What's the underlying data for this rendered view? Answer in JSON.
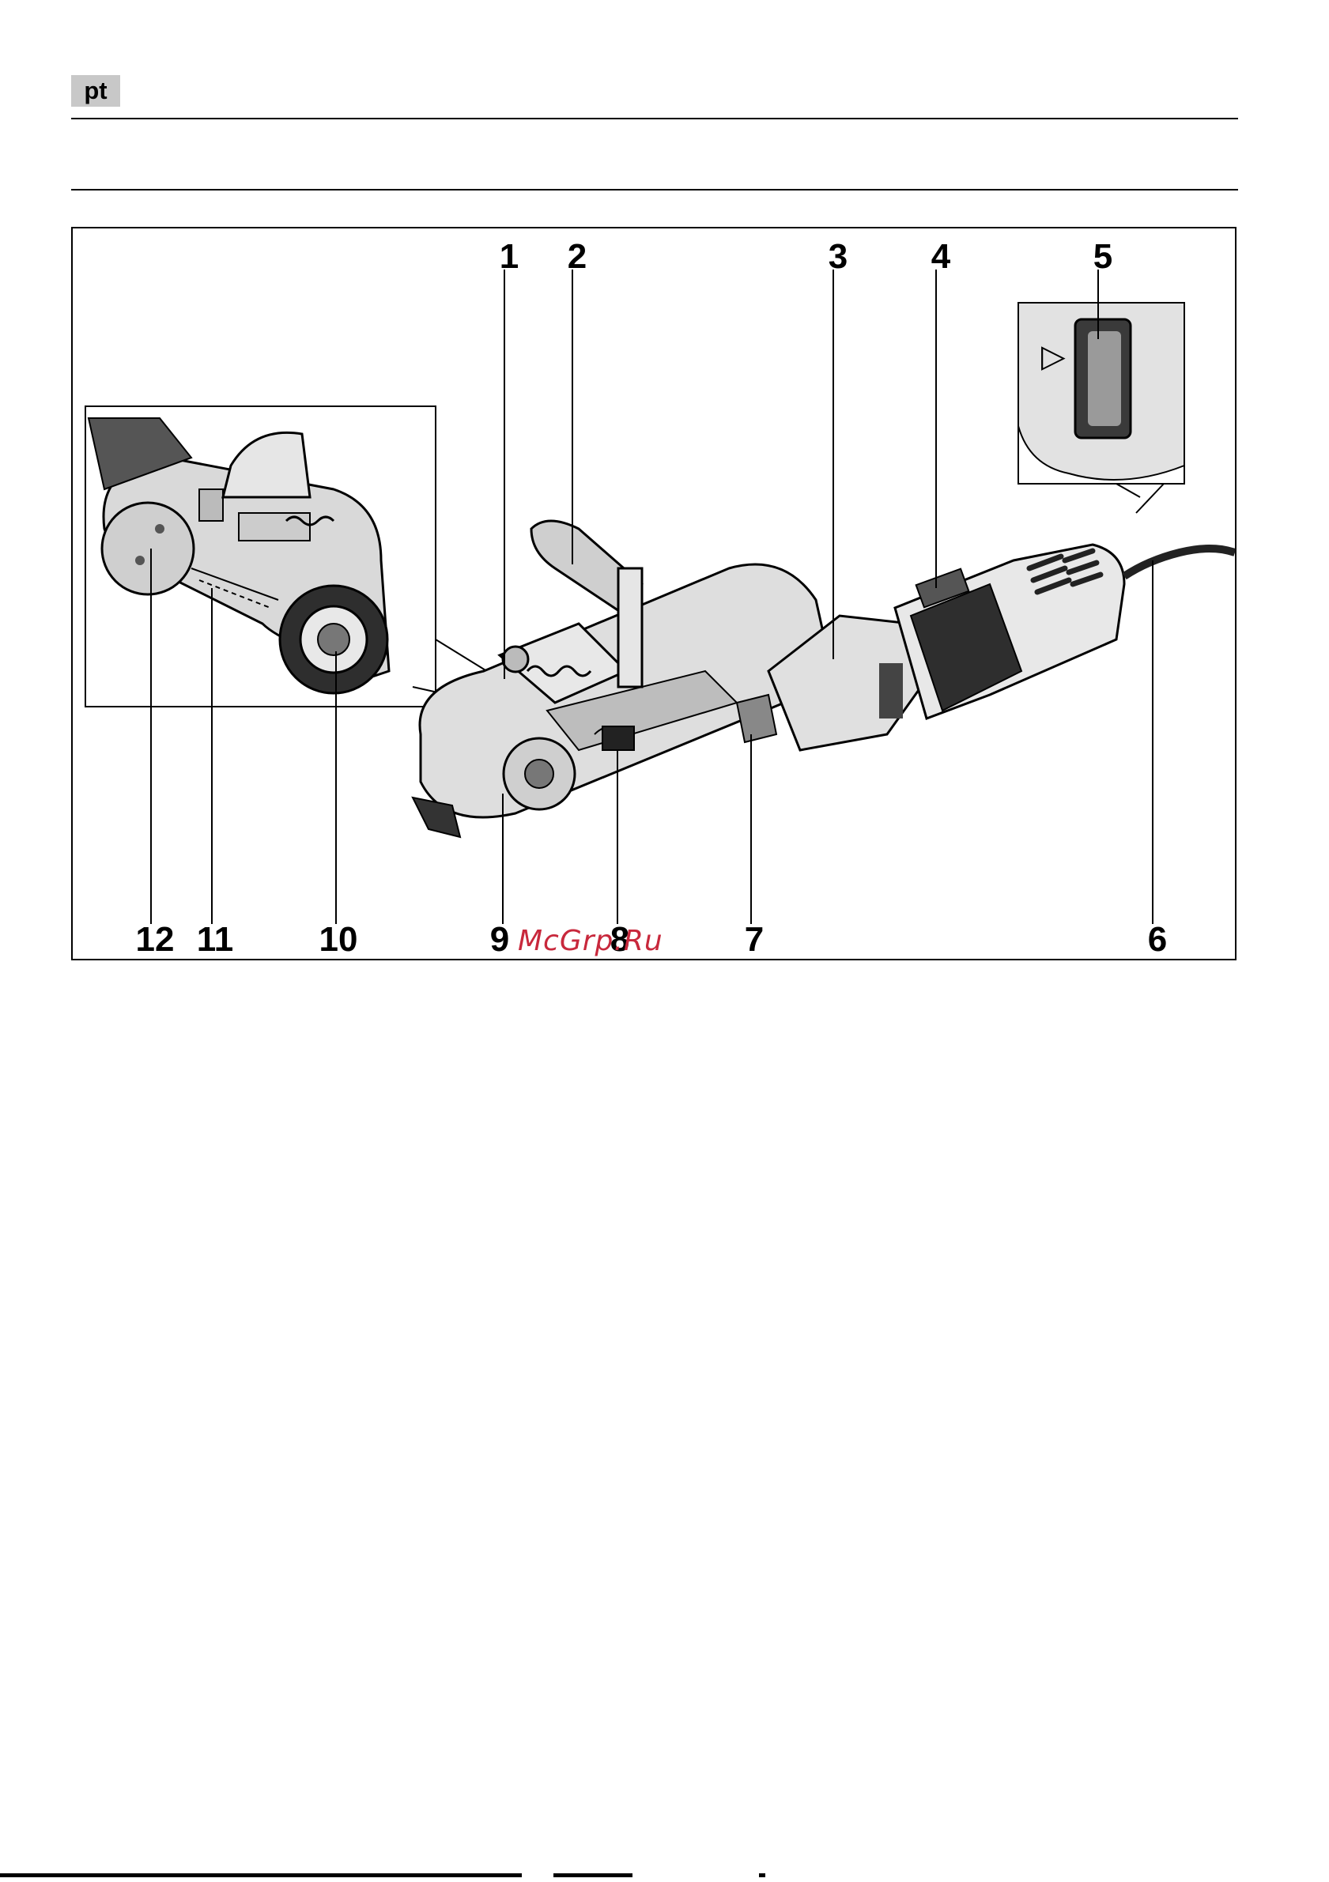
{
  "header": {
    "lang_tag": "pt"
  },
  "figure": {
    "callouts_top": [
      "1",
      "2",
      "3",
      "4",
      "5"
    ],
    "callouts_bottom": [
      "12",
      "11",
      "10",
      "9",
      "8",
      "7",
      "6"
    ],
    "inset_symbol": "▷"
  },
  "watermark": {
    "text": "McGrp.Ru"
  },
  "colors": {
    "tag_bg": "#c8c8c8",
    "watermark": "#c8283c",
    "tool_gray": "#d9d9d9",
    "tool_dark": "#3a3a3a"
  }
}
